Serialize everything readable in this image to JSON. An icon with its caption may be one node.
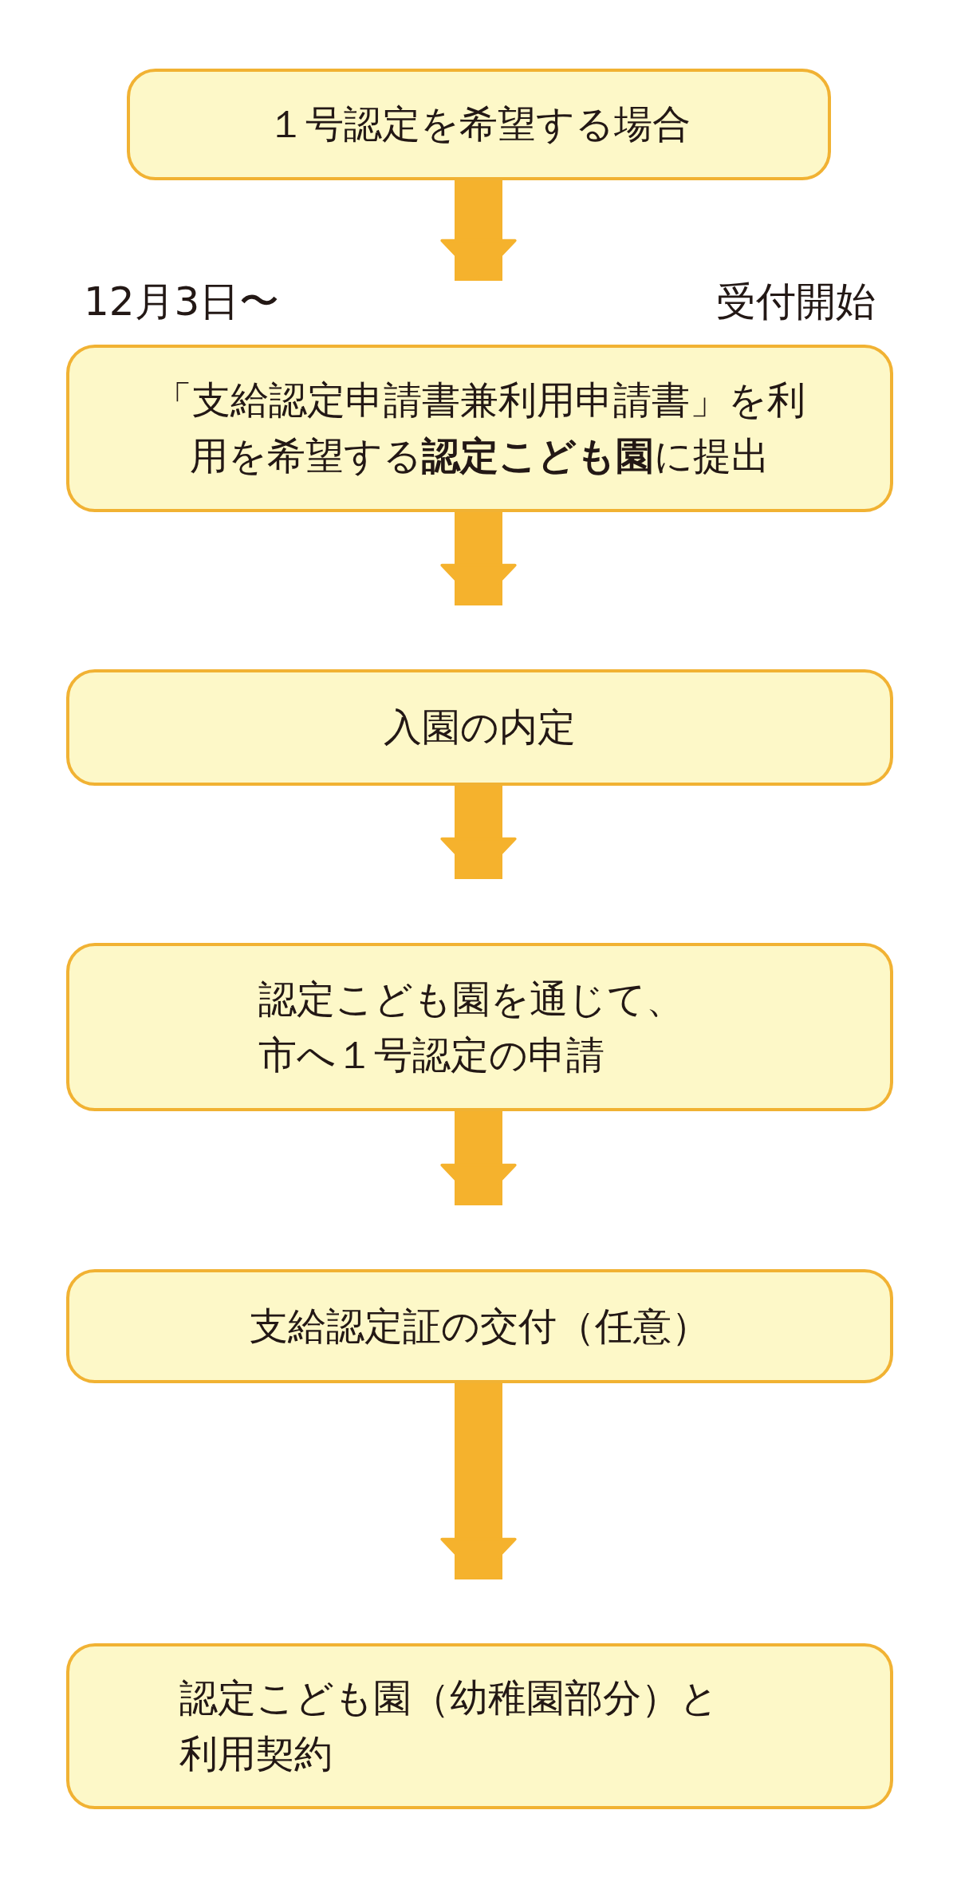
{
  "diagram": {
    "nodes": [
      {
        "text": [
          "１号認定を希望する場合"
        ]
      },
      {
        "text": [
          "「支給認定申請書兼利用申請書」を利用を希望する**認定こども園**に提出"
        ]
      },
      {
        "text": [
          "入園の内定"
        ]
      },
      {
        "text": [
          "認定こども園を通じて、市へ１号認定の申請"
        ]
      },
      {
        "text": [
          "支給認定証の交付（任意）"
        ]
      },
      {
        "text": [
          "認定こども園（幼稚園部分）と利用契約"
        ]
      }
    ],
    "edges": [
      {
        "from": 0,
        "to": 1,
        "arrow": "to"
      },
      {
        "from": 1,
        "to": 2,
        "arrow": "to"
      },
      {
        "from": 2,
        "to": 3,
        "arrow": "to"
      },
      {
        "from": 3,
        "to": 4,
        "arrow": "to"
      },
      {
        "from": 4,
        "to": 5,
        "arrow": "to"
      }
    ],
    "labels": [
      "12月3日〜",
      "受付開始"
    ]
  }
}
